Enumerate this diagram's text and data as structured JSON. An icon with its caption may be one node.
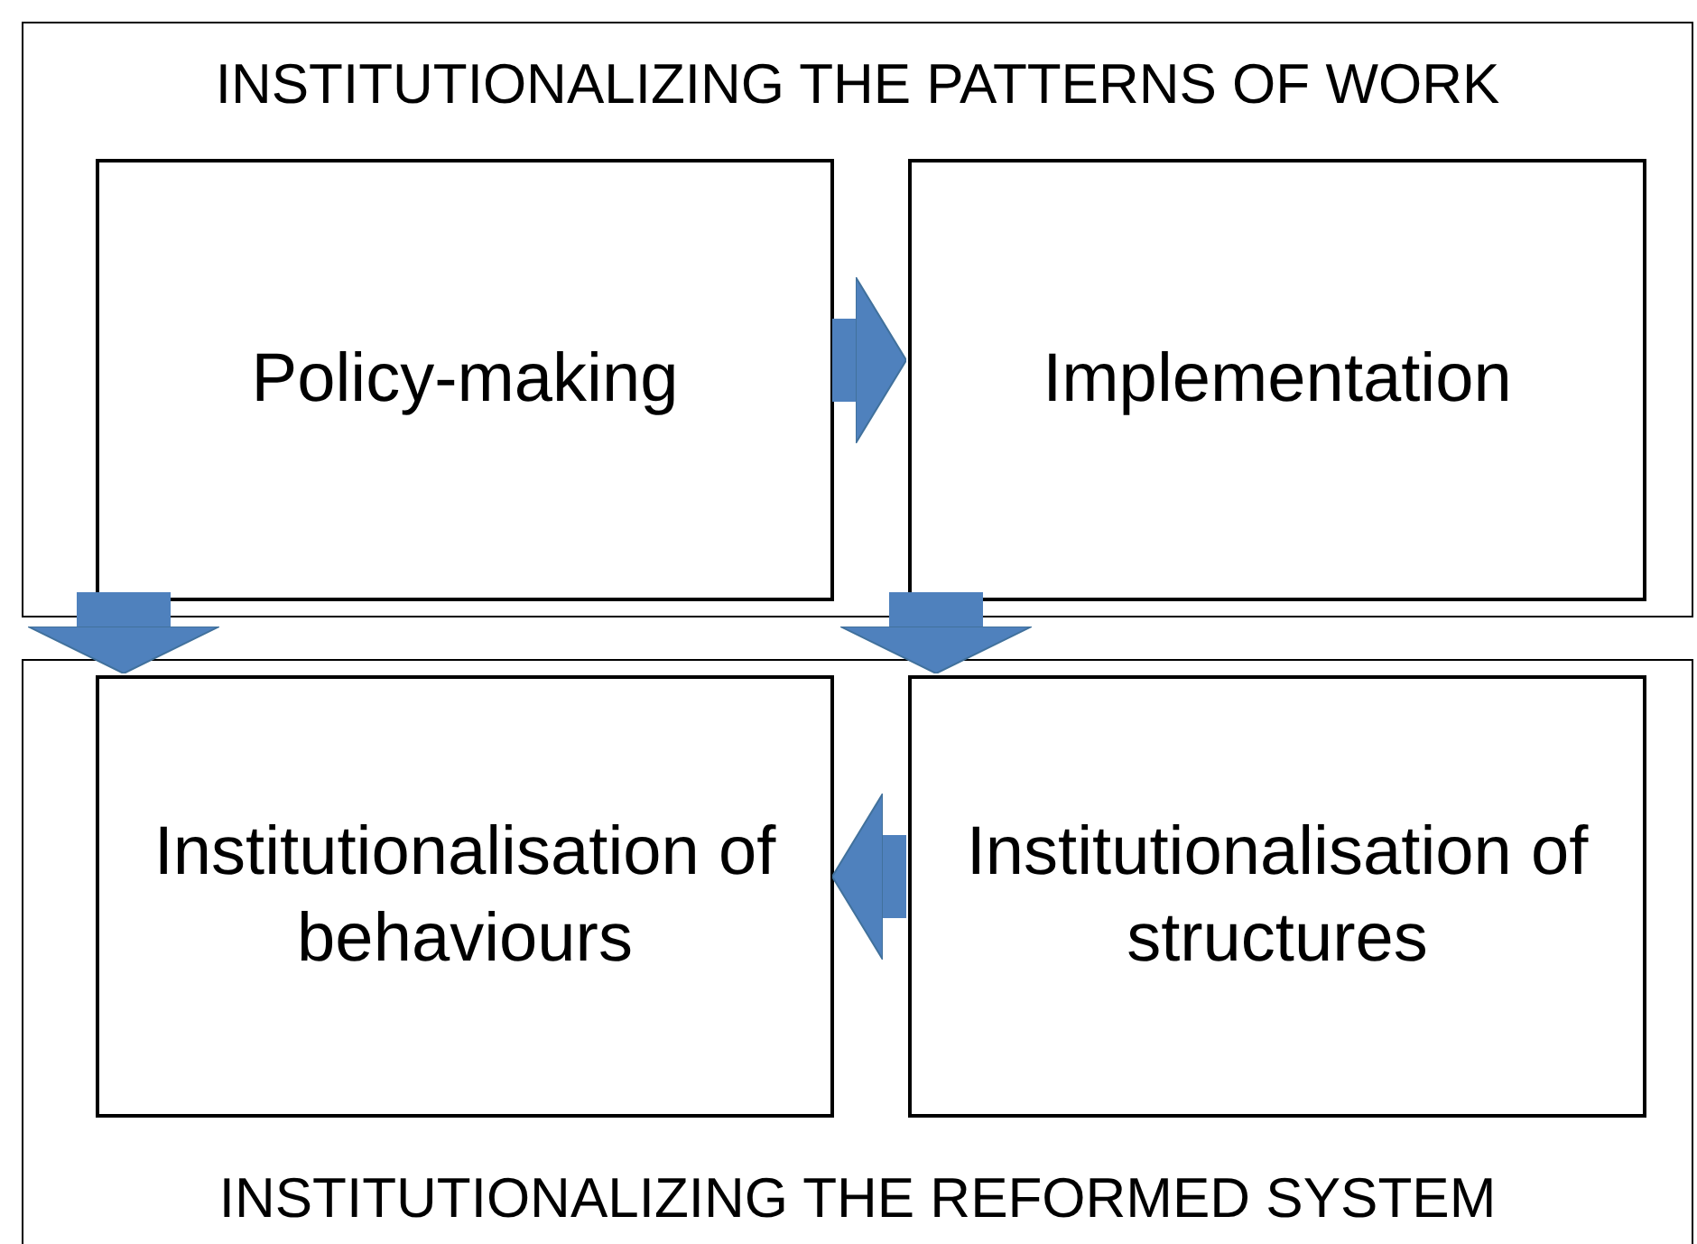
{
  "diagram": {
    "nodes": [
      {
        "text": [
          "INSTITUTIONALIZING THE PATTERNS OF WORK"
        ]
      },
      {
        "text": [
          "Policy-making"
        ],
        "in": 0
      },
      {
        "text": [
          "Implementation"
        ],
        "in": 0
      },
      {
        "text": [
          "INSTITUTIONALIZING THE REFORMED SYSTEM"
        ]
      },
      {
        "text": [
          "Institutionalisation of behaviours"
        ],
        "in": 3
      },
      {
        "text": [
          "Institutionalisation of structures"
        ],
        "in": 3
      }
    ],
    "edges": [
      {
        "from": 1,
        "to": 2,
        "arrow": "to"
      },
      {
        "from": 1,
        "to": 4,
        "arrow": "to"
      },
      {
        "from": 2,
        "to": 5,
        "arrow": "to"
      },
      {
        "from": 5,
        "to": 4,
        "arrow": "to"
      }
    ]
  }
}
